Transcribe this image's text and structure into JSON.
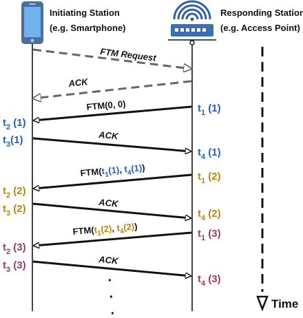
{
  "colors": {
    "black": "#111111",
    "dashed_arrow": "#666666",
    "blue": "#1f5fbf",
    "gold": "#b8860b",
    "maroon": "#9a3a6a",
    "router_body": "#3a6fb0",
    "router_waves": "#2a5fa8",
    "phone_body": "#4a6ea0",
    "phone_screen": "#6fb2ee"
  },
  "icons": {
    "initiator": "smartphone-icon",
    "responder": "wifi-router-icon"
  },
  "initiator": {
    "title": "Initiating Station",
    "subtitle": "(e.g. Smartphone)"
  },
  "responder": {
    "title": "Responding Station",
    "subtitle": "(e.g. Access Point)"
  },
  "time_label": "Time",
  "messages": [
    {
      "id": "ftm-request",
      "label": "FTM Request",
      "dir": "to-responder",
      "style": "dashed",
      "italic": true
    },
    {
      "id": "ack-0",
      "label": "ACK",
      "dir": "to-initiator",
      "style": "dashed",
      "italic": true
    },
    {
      "id": "ftm-1",
      "label_parts": [
        {
          "t": "FTM(0, 0)"
        }
      ],
      "dir": "to-initiator",
      "style": "solid"
    },
    {
      "id": "ack-1",
      "label": "ACK",
      "dir": "to-responder",
      "style": "solid",
      "italic": true
    },
    {
      "id": "ftm-2",
      "label_parts": [
        {
          "t": "FTM("
        },
        {
          "t": "t",
          "c": "blue"
        },
        {
          "t": "1",
          "c": "blue",
          "sub": true
        },
        {
          "t": "(1)",
          "c": "blue"
        },
        {
          "t": ", "
        },
        {
          "t": "t",
          "c": "blue"
        },
        {
          "t": "4",
          "c": "blue",
          "sub": true
        },
        {
          "t": "(1)",
          "c": "blue"
        },
        {
          "t": ")"
        }
      ],
      "dir": "to-initiator",
      "style": "solid"
    },
    {
      "id": "ack-2",
      "label": "ACK",
      "dir": "to-responder",
      "style": "solid",
      "italic": true
    },
    {
      "id": "ftm-3",
      "label_parts": [
        {
          "t": "FTM("
        },
        {
          "t": "t",
          "c": "gold"
        },
        {
          "t": "1",
          "c": "gold",
          "sub": true
        },
        {
          "t": "(2)",
          "c": "gold"
        },
        {
          "t": ", "
        },
        {
          "t": "t",
          "c": "gold"
        },
        {
          "t": "4",
          "c": "gold",
          "sub": true
        },
        {
          "t": "(2)",
          "c": "gold"
        },
        {
          "t": ")"
        }
      ],
      "dir": "to-initiator",
      "style": "solid"
    },
    {
      "id": "ack-3",
      "label": "ACK",
      "dir": "to-responder",
      "style": "solid",
      "italic": true
    }
  ],
  "timestamps": [
    {
      "id": "r-t1-1",
      "side": "responder",
      "base": "t",
      "sub": "1",
      "arg": " (1)",
      "color": "blue"
    },
    {
      "id": "i-t2-1",
      "side": "initiator",
      "base": "t",
      "sub": "2",
      "arg": " (1)",
      "color": "blue"
    },
    {
      "id": "i-t3-1",
      "side": "initiator",
      "base": "t",
      "sub": "3",
      "arg": "(1)",
      "color": "blue"
    },
    {
      "id": "r-t4-1",
      "side": "responder",
      "base": "t",
      "sub": "4",
      "arg": " (1)",
      "color": "blue"
    },
    {
      "id": "r-t1-2",
      "side": "responder",
      "base": "t",
      "sub": "1",
      "arg": " (2)",
      "color": "gold"
    },
    {
      "id": "i-t2-2",
      "side": "initiator",
      "base": "t",
      "sub": "2",
      "arg": " (2)",
      "color": "gold"
    },
    {
      "id": "i-t3-2",
      "side": "initiator",
      "base": "t",
      "sub": "3",
      "arg": " (2)",
      "color": "gold"
    },
    {
      "id": "r-t4-2",
      "side": "responder",
      "base": "t",
      "sub": "4",
      "arg": " (2)",
      "color": "gold"
    },
    {
      "id": "r-t1-3",
      "side": "responder",
      "base": "t",
      "sub": "1",
      "arg": " (3)",
      "color": "maroon"
    },
    {
      "id": "i-t2-3",
      "side": "initiator",
      "base": "t",
      "sub": "2",
      "arg": " (3)",
      "color": "maroon"
    },
    {
      "id": "i-t3-3",
      "side": "initiator",
      "base": "t",
      "sub": "3",
      "arg": " (3)",
      "color": "maroon"
    },
    {
      "id": "r-t4-3",
      "side": "responder",
      "base": "t",
      "sub": "4",
      "arg": " (3)",
      "color": "maroon"
    }
  ],
  "ellipsis_dots": [
    "·",
    "·",
    "·"
  ]
}
